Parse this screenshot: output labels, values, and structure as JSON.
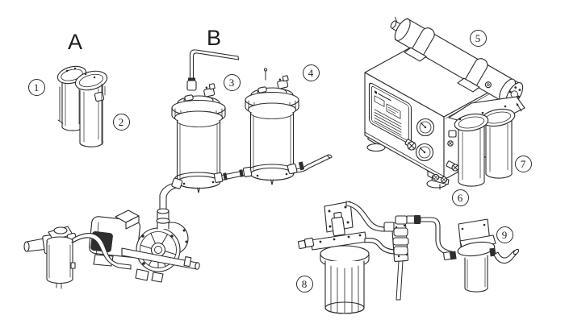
{
  "diagram": {
    "background_color": "#ffffff",
    "line_color": "#2a2a2a",
    "dark_fill_color": "#2e2e2e",
    "group_labels": [
      {
        "text": "A"
      },
      {
        "text": "B"
      }
    ],
    "callouts": [
      {
        "number": "1"
      },
      {
        "number": "2"
      },
      {
        "number": "3"
      },
      {
        "number": "4"
      },
      {
        "number": "5"
      },
      {
        "number": "6"
      },
      {
        "number": "7"
      },
      {
        "number": "8"
      },
      {
        "number": "9"
      }
    ]
  }
}
